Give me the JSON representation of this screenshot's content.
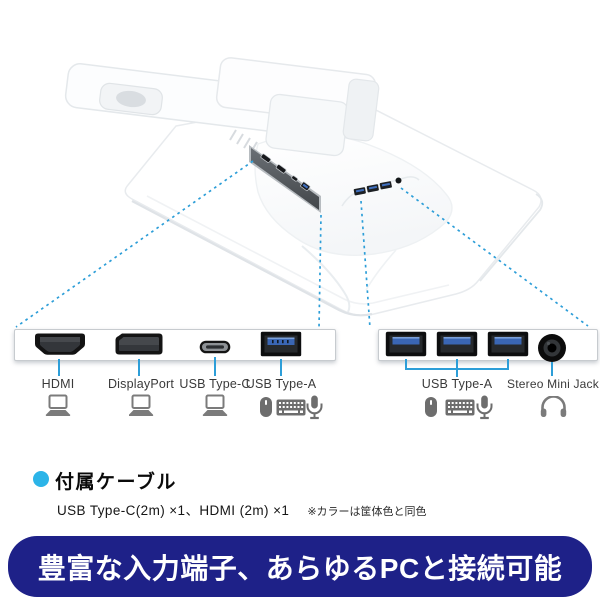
{
  "colors": {
    "accent_blue": "#2d9ed8",
    "bullet_blue": "#2cb4e8",
    "usb_blue": "#3a66b4",
    "banner_background": "#1e2188",
    "banner_text": "#ffffff"
  },
  "diagram": {
    "left_group": {
      "ports": [
        {
          "label": "HDMI",
          "icon_names": [
            "laptop-icon"
          ]
        },
        {
          "label": "DisplayPort",
          "icon_names": [
            "laptop-icon"
          ]
        },
        {
          "label": "USB Type-C",
          "icon_names": [
            "laptop-icon"
          ]
        },
        {
          "label": "USB Type-A",
          "icon_names": [
            "mouse-icon",
            "keyboard-icon",
            "microphone-icon"
          ]
        }
      ]
    },
    "right_group": {
      "ports": [
        {
          "label": "USB Type-A",
          "count": 3,
          "icon_names": [
            "mouse-icon",
            "keyboard-icon",
            "microphone-icon"
          ]
        },
        {
          "label": "Stereo Mini Jack",
          "count": 1,
          "icon_names": [
            "headphones-icon"
          ]
        }
      ]
    }
  },
  "included_cables": {
    "heading": "付属ケーブル",
    "items": "USB Type-C(2m) ×1、HDMI (2m) ×1",
    "note": "※カラーは筐体色と同色"
  },
  "banner": {
    "text": "豊富な入力端子、あらゆるPCと接続可能"
  }
}
